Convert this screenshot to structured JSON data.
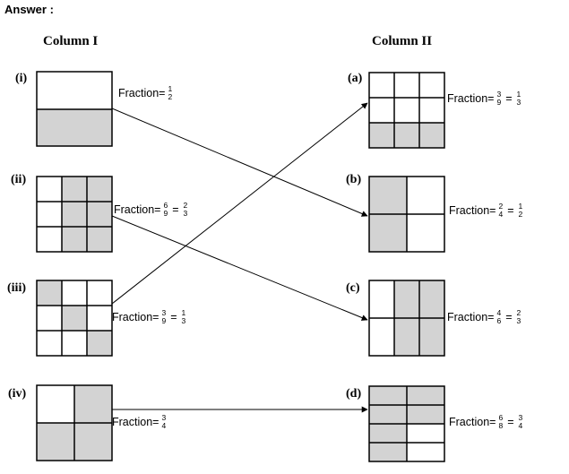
{
  "answer_label": "Answer :",
  "column1": {
    "title": "Column I",
    "items": [
      {
        "id": "i",
        "label": "(i)",
        "fraction_text": "Fraction=",
        "fraction": {
          "num": "1",
          "den": "2"
        }
      },
      {
        "id": "ii",
        "label": "(ii)",
        "fraction_text": "Fraction=",
        "fraction": {
          "num": "6",
          "den": "9"
        },
        "simplified": {
          "num": "2",
          "den": "3"
        }
      },
      {
        "id": "iii",
        "label": "(iii)",
        "fraction_text": "Fraction=",
        "fraction": {
          "num": "3",
          "den": "9"
        },
        "simplified": {
          "num": "1",
          "den": "3"
        }
      },
      {
        "id": "iv",
        "label": "(iv)",
        "fraction_text": "Fraction=",
        "fraction": {
          "num": "3",
          "den": "4"
        }
      }
    ]
  },
  "column2": {
    "title": "Column II",
    "items": [
      {
        "id": "a",
        "label": "(a)",
        "fraction_text": "Fraction=",
        "fraction": {
          "num": "3",
          "den": "9"
        },
        "simplified": {
          "num": "1",
          "den": "3"
        }
      },
      {
        "id": "b",
        "label": "(b)",
        "fraction_text": "Fraction=",
        "fraction": {
          "num": "2",
          "den": "4"
        },
        "simplified": {
          "num": "1",
          "den": "2"
        }
      },
      {
        "id": "c",
        "label": "(c)",
        "fraction_text": "Fraction=",
        "fraction": {
          "num": "4",
          "den": "6"
        },
        "simplified": {
          "num": "2",
          "den": "3"
        }
      },
      {
        "id": "d",
        "label": "(d)",
        "fraction_text": "Fraction=",
        "fraction": {
          "num": "6",
          "den": "8"
        },
        "simplified": {
          "num": "3",
          "den": "4"
        }
      }
    ]
  },
  "matches": [
    [
      "i",
      "b"
    ],
    [
      "ii",
      "c"
    ],
    [
      "iii",
      "a"
    ],
    [
      "iv",
      "d"
    ]
  ],
  "colors": {
    "shade": "#d3d3d3",
    "line": "#000000"
  },
  "equals_sign": "="
}
